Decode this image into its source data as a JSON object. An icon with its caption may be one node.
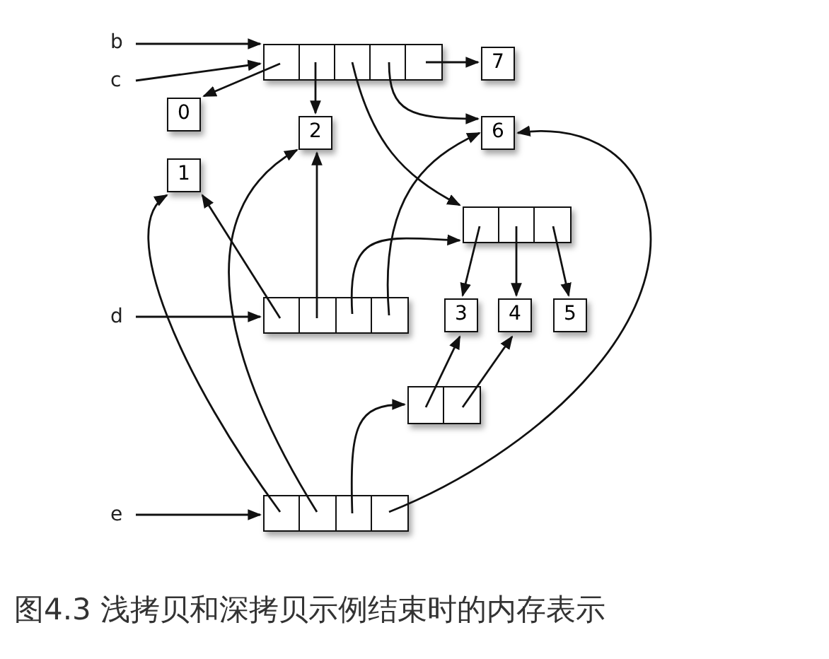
{
  "diagram": {
    "caption": "图4.3 浅拷贝和深拷贝示例结束时的内存表示",
    "nodes": [
      {
        "text": [
          "b"
        ]
      },
      {
        "text": [
          "c"
        ]
      },
      {
        "text": [],
        "shape": "box"
      },
      {
        "text": [],
        "shape": "box",
        "in": 2
      },
      {
        "text": [],
        "shape": "box",
        "in": 2
      },
      {
        "text": [],
        "shape": "box",
        "in": 2
      },
      {
        "text": [],
        "shape": "box",
        "in": 2
      },
      {
        "text": [],
        "shape": "box",
        "in": 2
      },
      {
        "text": [
          "7"
        ]
      },
      {
        "text": [
          "0"
        ]
      },
      {
        "text": [
          "2"
        ]
      },
      {
        "text": [
          "6"
        ]
      },
      {
        "text": [
          "1"
        ]
      },
      {
        "text": [],
        "shape": "box"
      },
      {
        "text": [],
        "shape": "box",
        "in": 13
      },
      {
        "text": [],
        "shape": "box",
        "in": 13
      },
      {
        "text": [],
        "shape": "box",
        "in": 13
      },
      {
        "text": [
          "d"
        ]
      },
      {
        "text": [],
        "shape": "box"
      },
      {
        "text": [],
        "shape": "box",
        "in": 18
      },
      {
        "text": [],
        "shape": "box",
        "in": 18
      },
      {
        "text": [],
        "shape": "box",
        "in": 18
      },
      {
        "text": [],
        "shape": "box",
        "in": 18
      },
      {
        "text": [
          "3"
        ]
      },
      {
        "text": [
          "4"
        ]
      },
      {
        "text": [
          "5"
        ]
      },
      {
        "text": [],
        "shape": "box"
      },
      {
        "text": [],
        "shape": "box",
        "in": 26
      },
      {
        "text": [],
        "shape": "box",
        "in": 26
      },
      {
        "text": [
          "e"
        ]
      },
      {
        "text": [],
        "shape": "box"
      },
      {
        "text": [],
        "shape": "box",
        "in": 30
      },
      {
        "text": [],
        "shape": "box",
        "in": 30
      },
      {
        "text": [],
        "shape": "box",
        "in": 30
      },
      {
        "text": [],
        "shape": "box",
        "in": 30
      }
    ],
    "edges": [
      {
        "from": 0,
        "to": 2,
        "arrow": "to"
      },
      {
        "from": 1,
        "to": 2,
        "arrow": "to"
      },
      {
        "from": 3,
        "to": 9,
        "arrow": "to"
      },
      {
        "from": 4,
        "to": 10,
        "arrow": "to"
      },
      {
        "from": 5,
        "to": 13,
        "arrow": "to"
      },
      {
        "from": 6,
        "to": 11,
        "arrow": "to"
      },
      {
        "from": 7,
        "to": 8,
        "arrow": "to"
      },
      {
        "from": 17,
        "to": 18,
        "arrow": "to"
      },
      {
        "from": 19,
        "to": 12,
        "arrow": "to"
      },
      {
        "from": 20,
        "to": 10,
        "arrow": "to"
      },
      {
        "from": 21,
        "to": 13,
        "arrow": "to"
      },
      {
        "from": 22,
        "to": 11,
        "arrow": "to"
      },
      {
        "from": 14,
        "to": 23,
        "arrow": "to"
      },
      {
        "from": 15,
        "to": 24,
        "arrow": "to"
      },
      {
        "from": 16,
        "to": 25,
        "arrow": "to"
      },
      {
        "from": 27,
        "to": 23,
        "arrow": "to"
      },
      {
        "from": 28,
        "to": 24,
        "arrow": "to"
      },
      {
        "from": 29,
        "to": 30,
        "arrow": "to"
      },
      {
        "from": 31,
        "to": 12,
        "arrow": "to"
      },
      {
        "from": 32,
        "to": 10,
        "arrow": "to"
      },
      {
        "from": 33,
        "to": 26,
        "arrow": "to"
      },
      {
        "from": 34,
        "to": 11,
        "arrow": "to"
      }
    ]
  }
}
